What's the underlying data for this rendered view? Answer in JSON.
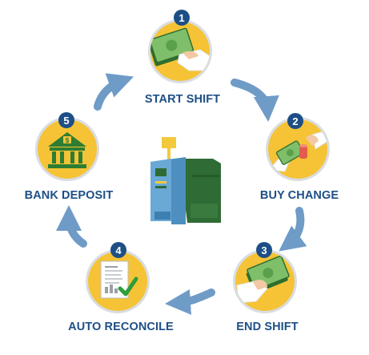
{
  "steps": [
    {
      "number": "1",
      "label": "START SHIFT",
      "icon": "cash-hand-icon"
    },
    {
      "number": "2",
      "label": "BUY CHANGE",
      "icon": "cash-exchange-icon"
    },
    {
      "number": "3",
      "label": "END SHIFT",
      "icon": "cash-hand-icon"
    },
    {
      "number": "4",
      "label": "AUTO RECONCILE",
      "icon": "report-check-icon"
    },
    {
      "number": "5",
      "label": "BANK DEPOSIT",
      "icon": "bank-icon"
    }
  ],
  "center_icon": "cash-register-safe-icon",
  "colors": {
    "label": "#1d4f86",
    "badge": "#1d4f86",
    "circle_fill": "#f5c335",
    "circle_ring": "#d9dde2",
    "arrow": "#6f9bc7",
    "cash": "#7fbf6a",
    "cash_dark": "#2f6e2e",
    "bank_green": "#2e7d32",
    "machine_green": "#2f6b34",
    "machine_blue": "#4f8fbf",
    "machine_yellow": "#f3c93c"
  }
}
